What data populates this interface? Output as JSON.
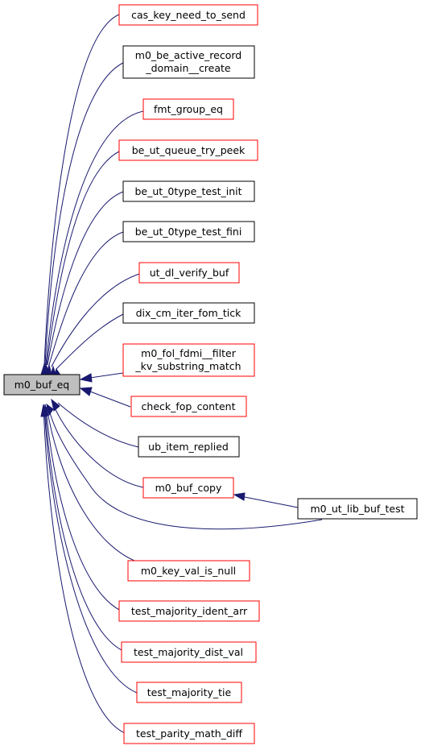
{
  "colors": {
    "edge": "#191970",
    "root_fill": "#bfbfbf",
    "linked_border": "#ff0000",
    "plain_border": "#000000"
  },
  "root": {
    "name": "m0_buf_eq"
  },
  "callers": [
    {
      "id": "n1",
      "lines": [
        "cas_key_need_to_send"
      ],
      "border": "red"
    },
    {
      "id": "n2",
      "lines": [
        "m0_be_active_record",
        "_domain__create"
      ],
      "border": "black"
    },
    {
      "id": "n3",
      "lines": [
        "fmt_group_eq"
      ],
      "border": "red"
    },
    {
      "id": "n4",
      "lines": [
        "be_ut_queue_try_peek"
      ],
      "border": "red"
    },
    {
      "id": "n5",
      "lines": [
        "be_ut_0type_test_init"
      ],
      "border": "black"
    },
    {
      "id": "n6",
      "lines": [
        "be_ut_0type_test_fini"
      ],
      "border": "black"
    },
    {
      "id": "n7",
      "lines": [
        "ut_dl_verify_buf"
      ],
      "border": "red"
    },
    {
      "id": "n8",
      "lines": [
        "dix_cm_iter_fom_tick"
      ],
      "border": "black"
    },
    {
      "id": "n9",
      "lines": [
        "m0_fol_fdmi__filter",
        "_kv_substring_match"
      ],
      "border": "red"
    },
    {
      "id": "n10",
      "lines": [
        "check_fop_content"
      ],
      "border": "red"
    },
    {
      "id": "n11",
      "lines": [
        "ub_item_replied"
      ],
      "border": "black"
    },
    {
      "id": "n12",
      "lines": [
        "m0_buf_copy"
      ],
      "border": "red"
    },
    {
      "id": "n13",
      "lines": [
        "m0_ut_lib_buf_test"
      ],
      "border": "black"
    },
    {
      "id": "n14",
      "lines": [
        "m0_key_val_is_null"
      ],
      "border": "red"
    },
    {
      "id": "n15",
      "lines": [
        "test_majority_ident_arr"
      ],
      "border": "red"
    },
    {
      "id": "n16",
      "lines": [
        "test_majority_dist_val"
      ],
      "border": "red"
    },
    {
      "id": "n17",
      "lines": [
        "test_majority_tie"
      ],
      "border": "red"
    },
    {
      "id": "n18",
      "lines": [
        "test_parity_math_diff"
      ],
      "border": "red"
    }
  ],
  "edges": [
    {
      "from": "n1",
      "to": "root"
    },
    {
      "from": "n2",
      "to": "root"
    },
    {
      "from": "n3",
      "to": "root"
    },
    {
      "from": "n4",
      "to": "root"
    },
    {
      "from": "n5",
      "to": "root"
    },
    {
      "from": "n6",
      "to": "root"
    },
    {
      "from": "n7",
      "to": "root"
    },
    {
      "from": "n8",
      "to": "root"
    },
    {
      "from": "n9",
      "to": "root"
    },
    {
      "from": "n10",
      "to": "root"
    },
    {
      "from": "n11",
      "to": "root"
    },
    {
      "from": "n12",
      "to": "root"
    },
    {
      "from": "n13",
      "to": "root"
    },
    {
      "from": "n13",
      "to": "n12"
    },
    {
      "from": "n14",
      "to": "root"
    },
    {
      "from": "n15",
      "to": "root"
    },
    {
      "from": "n16",
      "to": "root"
    },
    {
      "from": "n17",
      "to": "root"
    },
    {
      "from": "n18",
      "to": "root"
    }
  ]
}
